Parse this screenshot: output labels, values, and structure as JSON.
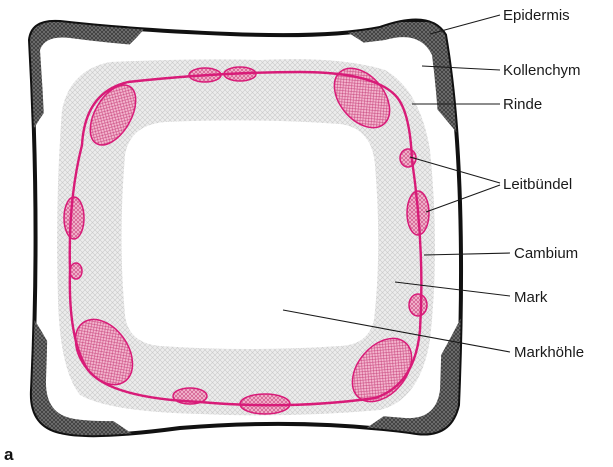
{
  "panel_letter": "a",
  "labels": {
    "epidermis": "Epidermis",
    "kollenchym": "Kollenchym",
    "rinde": "Rinde",
    "leitbuendel": "Leitbündel",
    "cambium": "Cambium",
    "mark": "Mark",
    "markhoehle": "Markhöhle"
  },
  "colors": {
    "cambium": "#d81b78",
    "bundle_fill": "#f4b6cf",
    "kollenchym": "#4a4a4a",
    "rinde": "#e4e4e4",
    "outline": "#111111"
  }
}
